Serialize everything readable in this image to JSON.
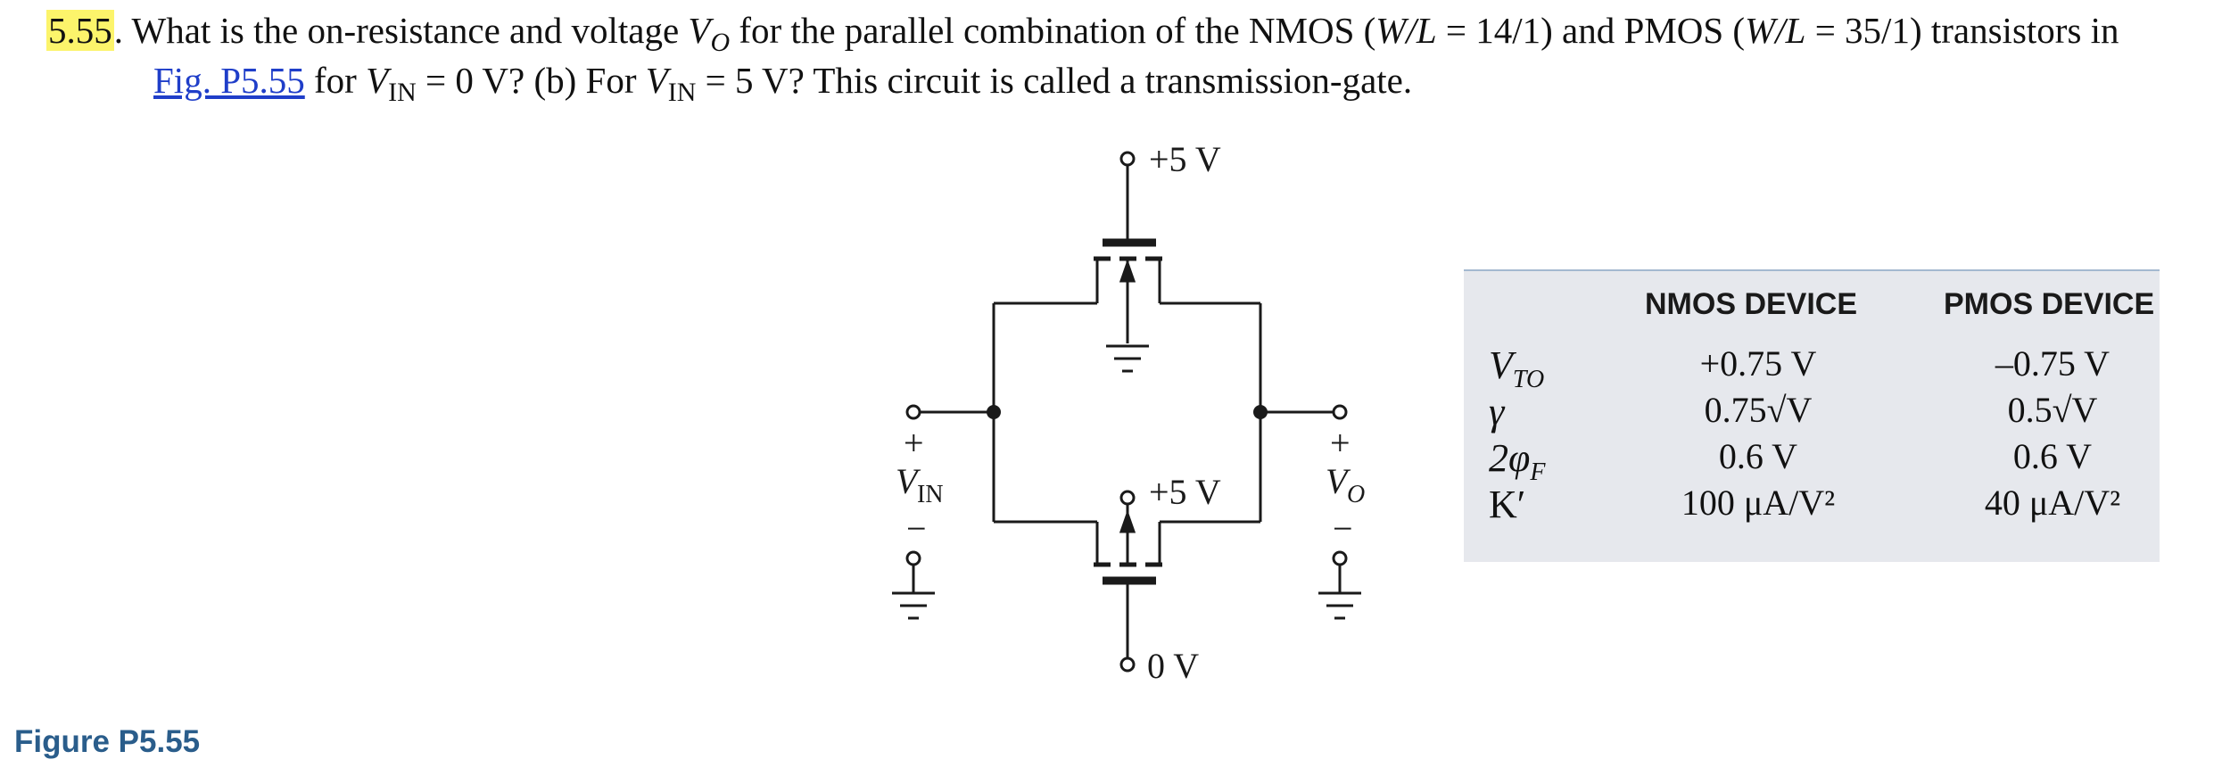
{
  "problem": {
    "number": "5.55",
    "text_a": ". What is the on-resistance and voltage ",
    "vo": "V",
    "vo_sub": "O",
    "text_b": " for the parallel combination of the NMOS (",
    "wl1": "W/L",
    "text_c": " = 14/1) and PMOS (",
    "wl2": "W/L",
    "text_d": " = 35/1) transistors in",
    "fig_link": "Fig. P5.55",
    "text_e": " for ",
    "vin1": "V",
    "vin1_sub": "IN",
    "text_f": " = 0 V? (b) For ",
    "vin2": "V",
    "vin2_sub": "IN",
    "text_g": " = 5 V? This circuit is called a transmission-gate."
  },
  "circuit": {
    "top_supply": "+5 V",
    "mid_supply": "+5 V",
    "bottom_supply": "0 V",
    "vin_plus": "+",
    "vin_label": "V",
    "vin_sub": "IN",
    "vin_minus": "−",
    "vo_plus": "+",
    "vo_label": "V",
    "vo_sub": "O",
    "vo_minus": "−"
  },
  "figure_caption": "Figure P5.55",
  "table": {
    "headers": [
      "NMOS DEVICE",
      "PMOS DEVICE"
    ],
    "row_labels": [
      "V_TO",
      "γ",
      "2φ_F",
      "K′"
    ],
    "rows": [
      {
        "label_main": "V",
        "label_sub": "TO",
        "nmos": "+0.75 V",
        "pmos": "–0.75 V"
      },
      {
        "label_main": "γ",
        "label_sub": "",
        "nmos": "0.75√V",
        "pmos": "0.5√V"
      },
      {
        "label_main": "2φ",
        "label_sub": "F",
        "nmos": "0.6 V",
        "pmos": "0.6 V"
      },
      {
        "label_main": "K′",
        "label_sub": "",
        "nmos": "100 μA/V²",
        "pmos": "40 μA/V²"
      }
    ]
  }
}
